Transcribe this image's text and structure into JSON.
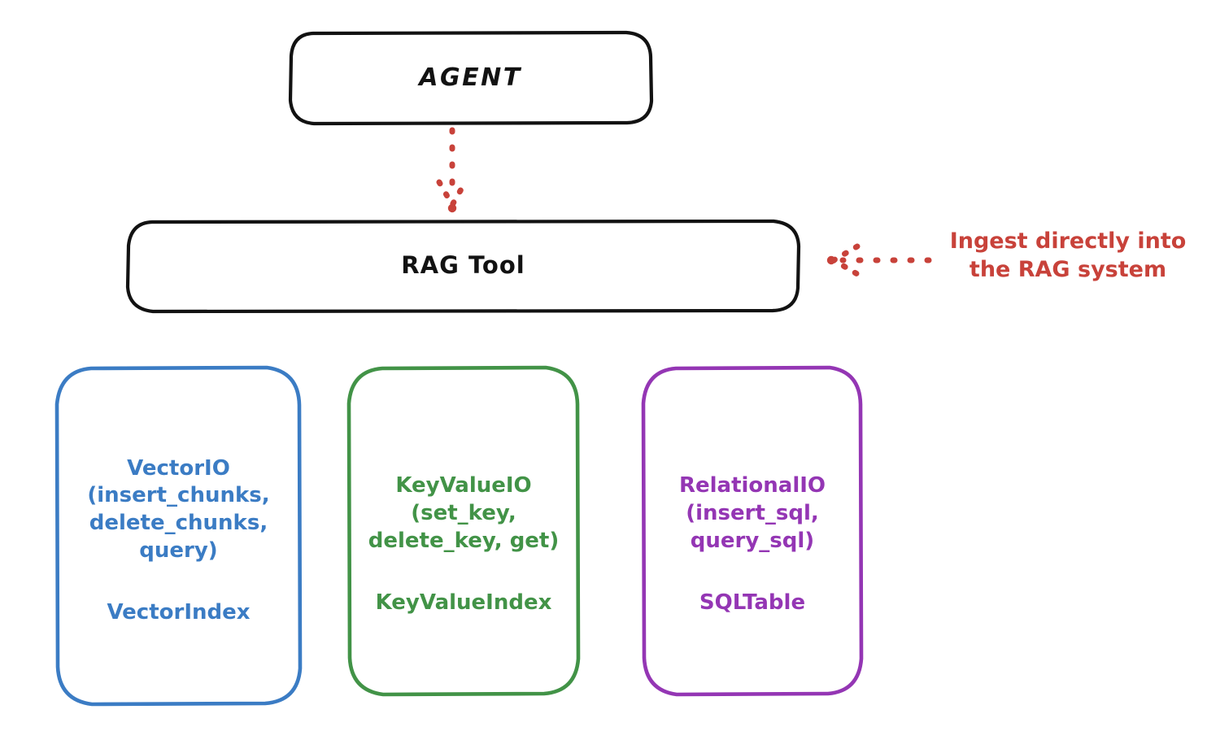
{
  "diagram": {
    "title_node": "AGENT",
    "tool_node": "RAG Tool",
    "accent_colors": {
      "ink": "#121212",
      "vector_blue": "#3b7cc4",
      "keyvalue_green": "#429347",
      "relational_purple": "#9436b4",
      "annotation_red": "#c8423a",
      "background": "#ffffff"
    },
    "nodes": {
      "agent": {
        "label": "AGENT"
      },
      "rag_tool": {
        "label": "RAG Tool"
      },
      "vector": {
        "api_label": "VectorIO\n(insert_chunks,\ndelete_chunks,\nquery)",
        "store_label": "VectorIndex",
        "color": "#3b7cc4"
      },
      "keyvalue": {
        "api_label": "KeyValueIO\n(set_key,\ndelete_key, get)",
        "store_label": "KeyValueIndex",
        "color": "#429347"
      },
      "relational": {
        "api_label": "RelationalIO\n(insert_sql,\nquery_sql)",
        "store_label": "SQLTable",
        "color": "#9436b4"
      }
    },
    "annotations": {
      "ingest": {
        "text": "Ingest directly into\nthe RAG system",
        "color": "#c8423a"
      }
    },
    "edges": [
      {
        "from": "agent",
        "to": "rag_tool",
        "style": "dotted",
        "color": "#c8423a",
        "direction": "down"
      },
      {
        "from": "ingest-annotation",
        "to": "rag_tool",
        "style": "dotted",
        "color": "#c8423a",
        "direction": "left"
      }
    ]
  }
}
